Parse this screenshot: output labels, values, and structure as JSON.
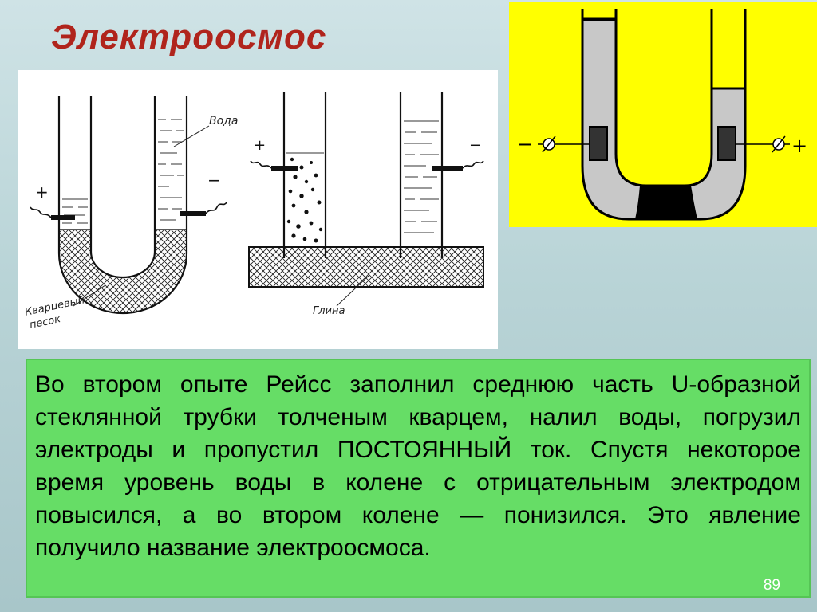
{
  "slide": {
    "title": "Электроосмос",
    "page_number": "89",
    "body_text": "Во втором опыте Рейсс заполнил среднюю часть U-образной стеклянной трубки толченым кварцем, налил воды, погрузил электроды и пропустил ПОСТОЯННЫЙ ток. Спустя некоторое время уровень воды в колене с отрицательным электродом повысился, а во втором колене — понизился. Это явление получило название электроосмоса."
  },
  "left_figure": {
    "label_water": "Вода",
    "label_quartz_line1": "Кварцевый",
    "label_quartz_line2": "песок",
    "label_clay": "Глина",
    "plus_sign": "+",
    "minus_sign": "−"
  },
  "right_figure": {
    "minus_sign": "−",
    "plus_sign": "+"
  },
  "colors": {
    "title": "#b0241c",
    "textbox_bg": "#66dd66",
    "right_figure_bg": "#ffff00",
    "tube_fill": "#c8c8c8"
  }
}
